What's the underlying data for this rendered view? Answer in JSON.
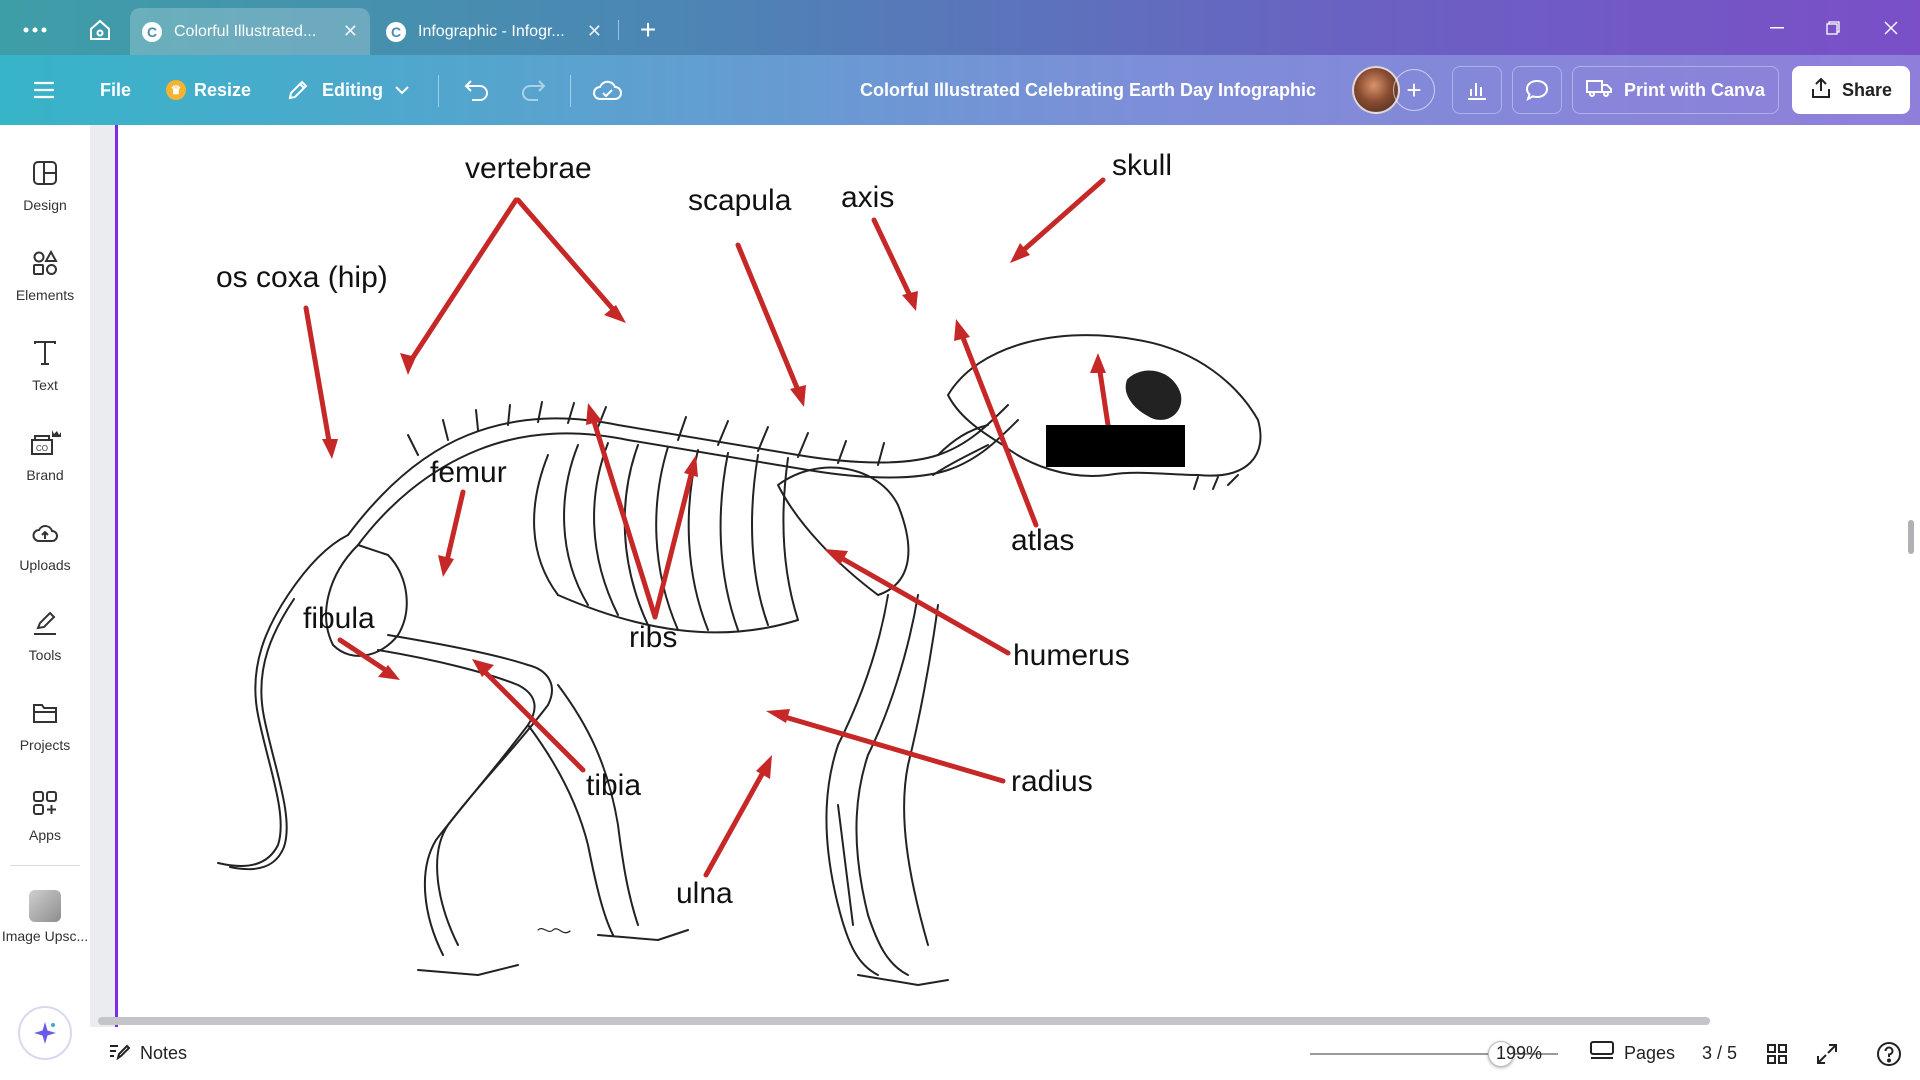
{
  "browser": {
    "tabs": [
      {
        "title": "Colorful Illustrated...",
        "active": true
      },
      {
        "title": "Infographic - Infogr...",
        "active": false
      }
    ],
    "new_tab_symbol": "+",
    "favicon_letter": "C"
  },
  "toolbar": {
    "file_label": "File",
    "resize_label": "Resize",
    "editing_label": "Editing",
    "document_title": "Colorful Illustrated Celebrating Earth Day Infographic",
    "print_label": "Print with Canva",
    "share_label": "Share"
  },
  "sidebar": {
    "items": [
      {
        "label": "Design",
        "icon": "design-icon"
      },
      {
        "label": "Elements",
        "icon": "elements-icon"
      },
      {
        "label": "Text",
        "icon": "text-icon"
      },
      {
        "label": "Brand",
        "icon": "brand-icon"
      },
      {
        "label": "Uploads",
        "icon": "uploads-icon"
      },
      {
        "label": "Tools",
        "icon": "tools-icon"
      },
      {
        "label": "Projects",
        "icon": "projects-icon"
      },
      {
        "label": "Apps",
        "icon": "apps-icon"
      },
      {
        "label": "Image Upsc...",
        "icon": "image-upscaler-thumbnail"
      }
    ]
  },
  "diagram": {
    "labels": {
      "vertebrae": "vertebrae",
      "skull": "skull",
      "scapula": "scapula",
      "axis": "axis",
      "os_coxa": "os coxa (hip)",
      "femur": "femur",
      "atlas": "atlas",
      "fibula": "fibula",
      "ribs": "ribs",
      "humerus": "humerus",
      "tibia": "tibia",
      "radius": "radius",
      "ulna": "ulna"
    },
    "arrow_color": "#c62828"
  },
  "bottombar": {
    "notes_label": "Notes",
    "zoom": "199%",
    "pages_label": "Pages",
    "page_indicator": "3 / 5",
    "zoom_level": 0.77
  },
  "colors": {
    "accent_purple": "#7d2ae8",
    "toolbar_start": "#36b4c8",
    "toolbar_end": "#8f7fdb"
  }
}
